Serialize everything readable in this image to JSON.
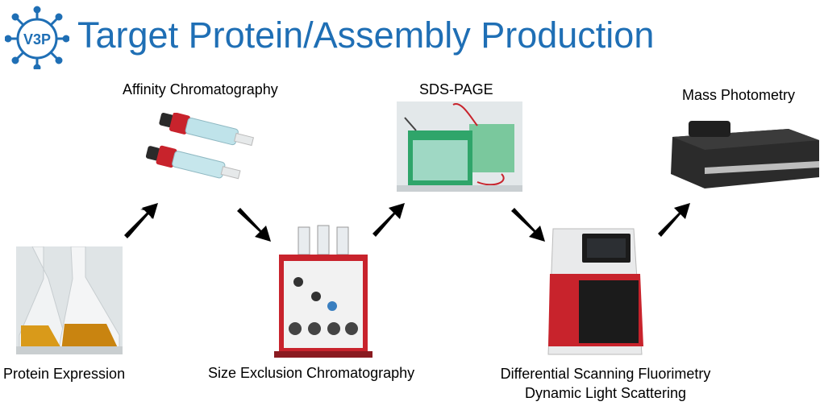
{
  "header": {
    "logo_text": "V3P",
    "title": "Target Protein/Assembly Production"
  },
  "steps": {
    "affinity": "Affinity Chromatography",
    "sds": "SDS-PAGE",
    "mass": "Mass Photometry",
    "expression": "Protein Expression",
    "sec": "Size Exclusion Chromatography",
    "dsf": "Differential Scanning Fluorimetry",
    "dls": "Dynamic Light Scattering"
  },
  "colors": {
    "title": "#1f6fb5",
    "arrow": "#000000",
    "instrument_red": "#c8232c"
  }
}
